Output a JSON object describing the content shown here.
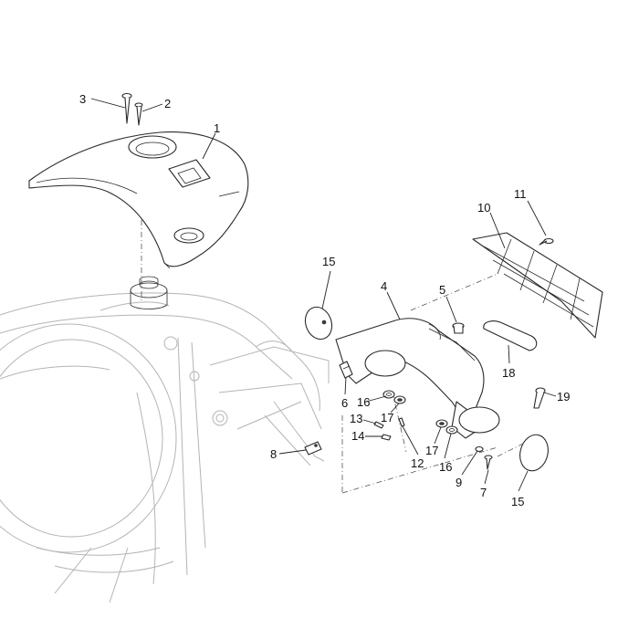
{
  "diagram": {
    "callouts": [
      {
        "id": "c3",
        "label": "3"
      },
      {
        "id": "c2",
        "label": "2"
      },
      {
        "id": "c1",
        "label": "1"
      },
      {
        "id": "c11",
        "label": "11"
      },
      {
        "id": "c10",
        "label": "10"
      },
      {
        "id": "c15a",
        "label": "15"
      },
      {
        "id": "c4",
        "label": "4"
      },
      {
        "id": "c5",
        "label": "5"
      },
      {
        "id": "c18",
        "label": "18"
      },
      {
        "id": "c6",
        "label": "6"
      },
      {
        "id": "c16a",
        "label": "16"
      },
      {
        "id": "c13",
        "label": "13"
      },
      {
        "id": "c17a",
        "label": "17"
      },
      {
        "id": "c14",
        "label": "14"
      },
      {
        "id": "c8",
        "label": "8"
      },
      {
        "id": "c12",
        "label": "12"
      },
      {
        "id": "c17b",
        "label": "17"
      },
      {
        "id": "c16b",
        "label": "16"
      },
      {
        "id": "c9",
        "label": "9"
      },
      {
        "id": "c7",
        "label": "7"
      },
      {
        "id": "c19",
        "label": "19"
      },
      {
        "id": "c15b",
        "label": "15"
      }
    ]
  }
}
